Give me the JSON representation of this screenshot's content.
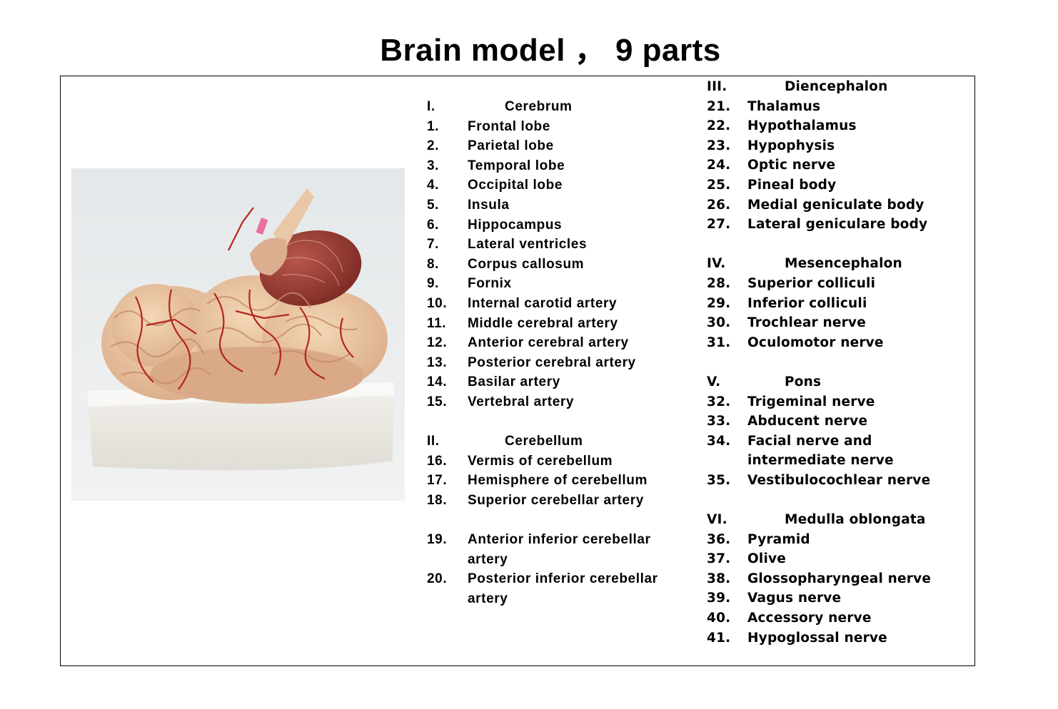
{
  "title": "Brain model ， 9 parts",
  "image": {
    "subject": "brain-model-photo"
  },
  "cerebrum": {
    "num": "I.",
    "heading": "Cerebrum",
    "items": [
      {
        "n": "1.",
        "t": "Frontal lobe"
      },
      {
        "n": "2.",
        "t": "Parietal lobe"
      },
      {
        "n": "3.",
        "t": "Temporal lobe"
      },
      {
        "n": "4.",
        "t": "Occipital lobe"
      },
      {
        "n": "5.",
        "t": "Insula"
      },
      {
        "n": "6.",
        "t": "Hippocampus"
      },
      {
        "n": "7.",
        "t": "Lateral ventricles"
      },
      {
        "n": "8.",
        "t": "Corpus callosum"
      },
      {
        "n": "9.",
        "t": "Fornix"
      },
      {
        "n": "10.",
        "t": "Internal carotid artery"
      },
      {
        "n": "11.",
        "t": "Middle cerebral artery"
      },
      {
        "n": "12.",
        "t": "Anterior cerebral artery"
      },
      {
        "n": "13.",
        "t": "Posterior cerebral artery"
      },
      {
        "n": "14.",
        "t": "Basilar artery"
      },
      {
        "n": "15.",
        "t": "Vertebral artery"
      }
    ]
  },
  "cerebellum": {
    "num": "II.",
    "heading": "Cerebellum",
    "items": [
      {
        "n": "16.",
        "t": "Vermis of cerebellum"
      },
      {
        "n": "17.",
        "t": "Hemisphere of cerebellum"
      },
      {
        "n": "18.",
        "t": "Superior cerebellar artery"
      },
      {
        "n": "19.",
        "t": "Anterior inferior cerebellar",
        "t2": "artery"
      },
      {
        "n": "20.",
        "t": "Posterior inferior cerebellar",
        "t2": "artery"
      }
    ]
  },
  "diencephalon": {
    "num": "III.",
    "heading": "Diencephalon",
    "items": [
      {
        "n": "21.",
        "t": "Thalamus"
      },
      {
        "n": "22.",
        "t": "Hypothalamus"
      },
      {
        "n": "23.",
        "t": "Hypophysis"
      },
      {
        "n": "24.",
        "t": "Optic nerve"
      },
      {
        "n": "25.",
        "t": "Pineal body"
      },
      {
        "n": "26.",
        "t": "Medial geniculate body"
      },
      {
        "n": "27.",
        "t": "Lateral geniculare body"
      }
    ]
  },
  "mesencephalon": {
    "num": "IV.",
    "heading": "Mesencephalon",
    "items": [
      {
        "n": "28.",
        "t": "Superior colliculi"
      },
      {
        "n": "29.",
        "t": "Inferior colliculi"
      },
      {
        "n": "30.",
        "t": "Trochlear nerve"
      },
      {
        "n": "31.",
        "t": "Oculomotor nerve"
      }
    ]
  },
  "pons": {
    "num": "V.",
    "heading": "Pons",
    "items": [
      {
        "n": "32.",
        "t": "Trigeminal nerve"
      },
      {
        "n": "33.",
        "t": "Abducent nerve"
      },
      {
        "n": "34.",
        "t": "Facial nerve and",
        "t2": "intermediate nerve"
      },
      {
        "n": "35.",
        "t": "Vestibulocochlear nerve"
      }
    ]
  },
  "medulla": {
    "num": "VI.",
    "heading": "Medulla oblongata",
    "items": [
      {
        "n": "36.",
        "t": "Pyramid"
      },
      {
        "n": "37.",
        "t": "Olive"
      },
      {
        "n": "38.",
        "t": "Glossopharyngeal nerve"
      },
      {
        "n": "39.",
        "t": "Vagus nerve"
      },
      {
        "n": "40.",
        "t": "Accessory nerve"
      },
      {
        "n": "41.",
        "t": "Hypoglossal nerve"
      }
    ]
  }
}
